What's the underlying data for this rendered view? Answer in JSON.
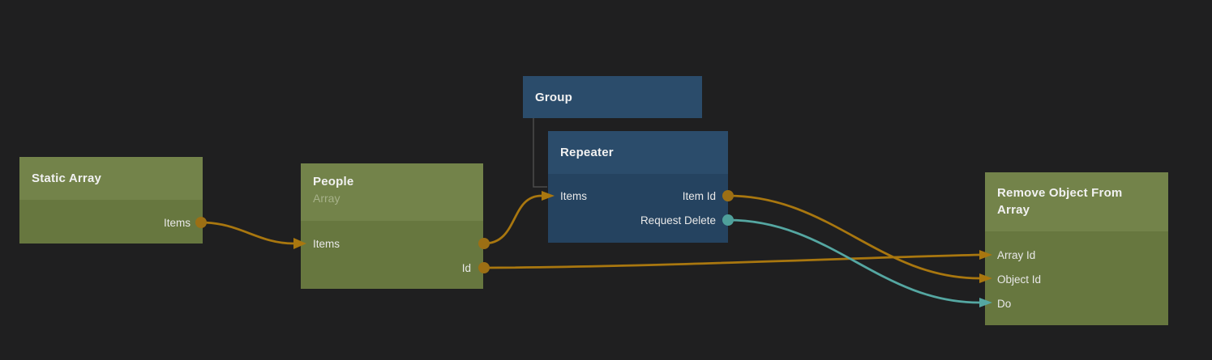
{
  "colors": {
    "background": "#1F1F20",
    "node_green_header": "#73834A",
    "node_green_body": "#67773F",
    "node_blue_header": "#2B4C6B",
    "node_blue_body": "#254360",
    "wire_data": "#A9770F",
    "wire_signal": "#55A7A2",
    "hierarchy_line": "#4B4B4B",
    "title_text": "#F1F1F1",
    "subtitle_text": "#A6B189",
    "port_text": "#E9E9E9"
  },
  "nodes": {
    "static_array": {
      "title": "Static Array",
      "outputs": {
        "items": "Items"
      }
    },
    "people": {
      "title": "People",
      "subtitle": "Array",
      "inputs": {
        "items": "Items"
      },
      "outputs": {
        "id": "Id"
      }
    },
    "group": {
      "title": "Group"
    },
    "repeater": {
      "title": "Repeater",
      "inputs": {
        "items": "Items"
      },
      "outputs": {
        "item_id": "Item Id",
        "request_delete": "Request Delete"
      }
    },
    "remove_object_from_array": {
      "title": "Remove Object From Array",
      "inputs": {
        "array_id": "Array Id",
        "object_id": "Object Id",
        "do": "Do"
      }
    }
  },
  "connections": [
    {
      "from": "Static Array.Items",
      "to": "People.Items",
      "color": "#A9770F"
    },
    {
      "from": "People.Items",
      "to": "Repeater.Items",
      "color": "#A9770F"
    },
    {
      "from": "People.Id",
      "to": "Remove Object From Array.Array Id",
      "color": "#A9770F"
    },
    {
      "from": "Repeater.Item Id",
      "to": "Remove Object From Array.Object Id",
      "color": "#A9770F"
    },
    {
      "from": "Repeater.Request Delete",
      "to": "Remove Object From Array.Do",
      "color": "#55A7A2"
    },
    {
      "from": "Group",
      "to": "Repeater",
      "type": "hierarchy",
      "color": "#4B4B4B"
    }
  ]
}
